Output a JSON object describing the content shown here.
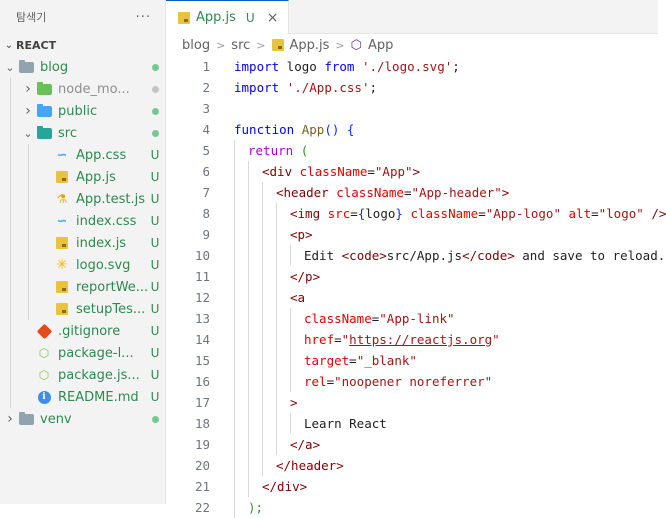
{
  "sidebar": {
    "title": "탐색기",
    "more": "···",
    "section": "REACT",
    "items": [
      {
        "label": "blog",
        "type": "folder",
        "expanded": true,
        "depth": 1,
        "color": "green",
        "folder_color": "grey",
        "badge": "dot"
      },
      {
        "label": "node_mo...",
        "type": "folder",
        "expanded": false,
        "depth": 2,
        "color": "grey",
        "folder_color": "green",
        "badge": "dot-grey"
      },
      {
        "label": "public",
        "type": "folder",
        "expanded": false,
        "depth": 2,
        "color": "green",
        "folder_color": "blue",
        "badge": "dot"
      },
      {
        "label": "src",
        "type": "folder",
        "expanded": true,
        "depth": 2,
        "color": "green",
        "folder_color": "teal",
        "badge": "dot"
      },
      {
        "label": "App.css",
        "type": "css",
        "depth": 3,
        "color": "green",
        "badge": "U"
      },
      {
        "label": "App.js",
        "type": "js",
        "depth": 3,
        "color": "green",
        "badge": "U"
      },
      {
        "label": "App.test.js",
        "type": "test",
        "depth": 3,
        "color": "green",
        "badge": "U"
      },
      {
        "label": "index.css",
        "type": "css",
        "depth": 3,
        "color": "green",
        "badge": "U"
      },
      {
        "label": "index.js",
        "type": "js",
        "depth": 3,
        "color": "green",
        "badge": "U"
      },
      {
        "label": "logo.svg",
        "type": "svg",
        "depth": 3,
        "color": "green",
        "badge": "U"
      },
      {
        "label": "reportWe...",
        "type": "js",
        "depth": 3,
        "color": "green",
        "badge": "U"
      },
      {
        "label": "setupTes...",
        "type": "js",
        "depth": 3,
        "color": "green",
        "badge": "U"
      },
      {
        "label": ".gitignore",
        "type": "git",
        "depth": 2,
        "color": "green",
        "badge": "U"
      },
      {
        "label": "package-l...",
        "type": "json",
        "depth": 2,
        "color": "green",
        "badge": "U"
      },
      {
        "label": "package.js...",
        "type": "json",
        "depth": 2,
        "color": "green",
        "badge": "U"
      },
      {
        "label": "README.md",
        "type": "info",
        "depth": 2,
        "color": "green",
        "badge": "U"
      },
      {
        "label": "venv",
        "type": "folder",
        "expanded": false,
        "depth": 1,
        "color": "green",
        "folder_color": "grey",
        "badge": "dot"
      }
    ]
  },
  "editor": {
    "tab": {
      "label": "App.js",
      "status": "U",
      "close": "×"
    },
    "breadcrumb": [
      "blog",
      "src",
      "App.js",
      "App"
    ],
    "lines": [
      {
        "n": "1",
        "indent": 0,
        "tokens": [
          [
            "kw",
            "import"
          ],
          [
            "txt",
            " logo "
          ],
          [
            "kw",
            "from"
          ],
          [
            "txt",
            " "
          ],
          [
            "str",
            "'./logo.svg'"
          ],
          [
            "txt",
            ";"
          ]
        ]
      },
      {
        "n": "2",
        "indent": 0,
        "tokens": [
          [
            "kw",
            "import"
          ],
          [
            "txt",
            " "
          ],
          [
            "str",
            "'./App.css'"
          ],
          [
            "txt",
            ";"
          ]
        ]
      },
      {
        "n": "3",
        "indent": 0,
        "tokens": []
      },
      {
        "n": "4",
        "indent": 0,
        "tokens": [
          [
            "kw",
            "function"
          ],
          [
            "txt",
            " "
          ],
          [
            "fn",
            "App"
          ],
          [
            "br1",
            "()"
          ],
          [
            "txt",
            " "
          ],
          [
            "br1",
            "{"
          ]
        ]
      },
      {
        "n": "5",
        "indent": 1,
        "tokens": [
          [
            "kw2",
            "return"
          ],
          [
            "txt",
            " "
          ],
          [
            "br2",
            "("
          ]
        ]
      },
      {
        "n": "6",
        "indent": 2,
        "tokens": [
          [
            "tag",
            "<div"
          ],
          [
            "txt",
            " "
          ],
          [
            "attr",
            "className"
          ],
          [
            "txt",
            "="
          ],
          [
            "str",
            "\"App\""
          ],
          [
            "tag",
            ">"
          ]
        ]
      },
      {
        "n": "7",
        "indent": 3,
        "tokens": [
          [
            "tag",
            "<header"
          ],
          [
            "txt",
            " "
          ],
          [
            "attr",
            "className"
          ],
          [
            "txt",
            "="
          ],
          [
            "str",
            "\"App-header\""
          ],
          [
            "tag",
            ">"
          ]
        ]
      },
      {
        "n": "8",
        "indent": 4,
        "tokens": [
          [
            "tag",
            "<img"
          ],
          [
            "txt",
            " "
          ],
          [
            "attr",
            "src"
          ],
          [
            "txt",
            "="
          ],
          [
            "br1",
            "{"
          ],
          [
            "txt",
            "logo"
          ],
          [
            "br1",
            "}"
          ],
          [
            "txt",
            " "
          ],
          [
            "attr",
            "className"
          ],
          [
            "txt",
            "="
          ],
          [
            "str",
            "\"App-logo\""
          ],
          [
            "txt",
            " "
          ],
          [
            "attr",
            "alt"
          ],
          [
            "txt",
            "="
          ],
          [
            "str",
            "\"logo\""
          ],
          [
            "txt",
            " "
          ],
          [
            "tag",
            "/>"
          ]
        ]
      },
      {
        "n": "9",
        "indent": 4,
        "tokens": [
          [
            "tag",
            "<p>"
          ]
        ]
      },
      {
        "n": "10",
        "indent": 5,
        "tokens": [
          [
            "txt",
            "Edit "
          ],
          [
            "tag",
            "<code>"
          ],
          [
            "txt",
            "src/App.js"
          ],
          [
            "tag",
            "</code>"
          ],
          [
            "txt",
            " and save to reload."
          ]
        ]
      },
      {
        "n": "11",
        "indent": 4,
        "tokens": [
          [
            "tag",
            "</p>"
          ]
        ]
      },
      {
        "n": "12",
        "indent": 4,
        "tokens": [
          [
            "tag",
            "<a"
          ]
        ]
      },
      {
        "n": "13",
        "indent": 5,
        "tokens": [
          [
            "attr",
            "className"
          ],
          [
            "txt",
            "="
          ],
          [
            "str",
            "\"App-link\""
          ]
        ]
      },
      {
        "n": "14",
        "indent": 5,
        "tokens": [
          [
            "attr",
            "href"
          ],
          [
            "txt",
            "="
          ],
          [
            "str",
            "\""
          ],
          [
            "strul",
            "https://reactjs.org"
          ],
          [
            "str",
            "\""
          ]
        ]
      },
      {
        "n": "15",
        "indent": 5,
        "tokens": [
          [
            "attr",
            "target"
          ],
          [
            "txt",
            "="
          ],
          [
            "str",
            "\"_blank\""
          ]
        ]
      },
      {
        "n": "16",
        "indent": 5,
        "tokens": [
          [
            "attr",
            "rel"
          ],
          [
            "txt",
            "="
          ],
          [
            "str",
            "\"noopener noreferrer\""
          ]
        ]
      },
      {
        "n": "17",
        "indent": 4,
        "tokens": [
          [
            "tag",
            ">"
          ]
        ]
      },
      {
        "n": "18",
        "indent": 5,
        "tokens": [
          [
            "txt",
            "Learn React"
          ]
        ]
      },
      {
        "n": "19",
        "indent": 4,
        "tokens": [
          [
            "tag",
            "</a>"
          ]
        ]
      },
      {
        "n": "20",
        "indent": 3,
        "tokens": [
          [
            "tag",
            "</header>"
          ]
        ]
      },
      {
        "n": "21",
        "indent": 2,
        "tokens": [
          [
            "tag",
            "</div>"
          ]
        ]
      },
      {
        "n": "22",
        "indent": 1,
        "tokens": [
          [
            "br2",
            ");"
          ]
        ]
      }
    ]
  }
}
